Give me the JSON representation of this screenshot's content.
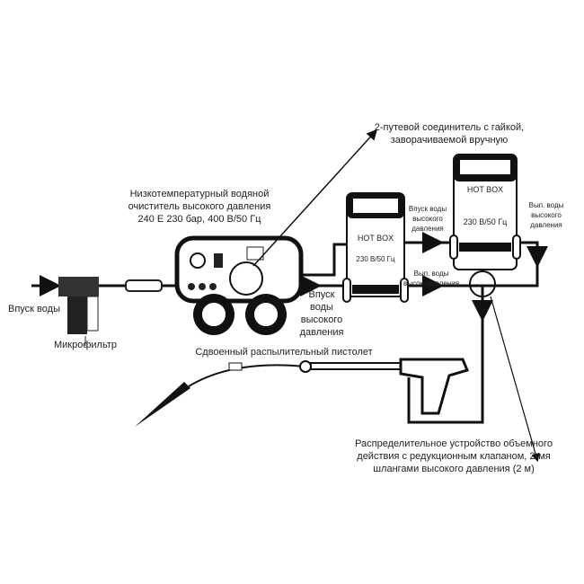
{
  "labels": {
    "connector": [
      "2-путевой соединитель с гайкой,",
      "заворачиваемой вручную"
    ],
    "cleaner": [
      "Низкотемпературный водяной",
      "очиститель высокого давления",
      "240 Е 230 бар, 400 В/50 Гц"
    ],
    "hotbox1": {
      "name": "HOT BOX",
      "power": "230 В/50 Гц"
    },
    "hotbox2": {
      "name": "HOT BOX",
      "power": "230 В/50 Гц"
    },
    "hp_inlet_small": [
      "Впуск воды",
      "высокого",
      "давления"
    ],
    "hp_outlet_right": [
      "Вып. воды",
      "высокого",
      "давления"
    ],
    "hp_outlet_mid": [
      "Вып. воды",
      "высок. давления"
    ],
    "hp_inlet_big": [
      "Впуск",
      "воды",
      "высокого",
      "давления"
    ],
    "water_inlet": "Впуск воды",
    "microfilter": "Микрофильтр",
    "spray_gun": "Сдвоенный распылительный пистолет",
    "distributor": [
      "Распределительное устройство объемного",
      "действия с редукционным клапаном, 2-мя",
      "шлангами высокого давления (2 м)"
    ]
  }
}
